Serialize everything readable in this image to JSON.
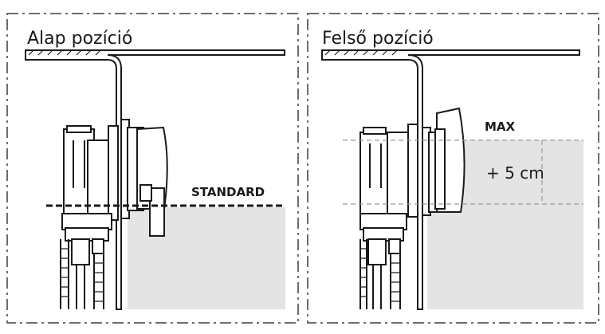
{
  "colors": {
    "water": "#e4e4e4",
    "outline": "#1a1a1a",
    "frame": "#6d6d6d",
    "background": "#ffffff"
  },
  "panels": [
    {
      "title": "Alap pozíció",
      "level_label": "STANDARD"
    },
    {
      "title": "Felső pozíció",
      "level_label": "MAX",
      "offset_label": "+ 5 cm"
    }
  ]
}
